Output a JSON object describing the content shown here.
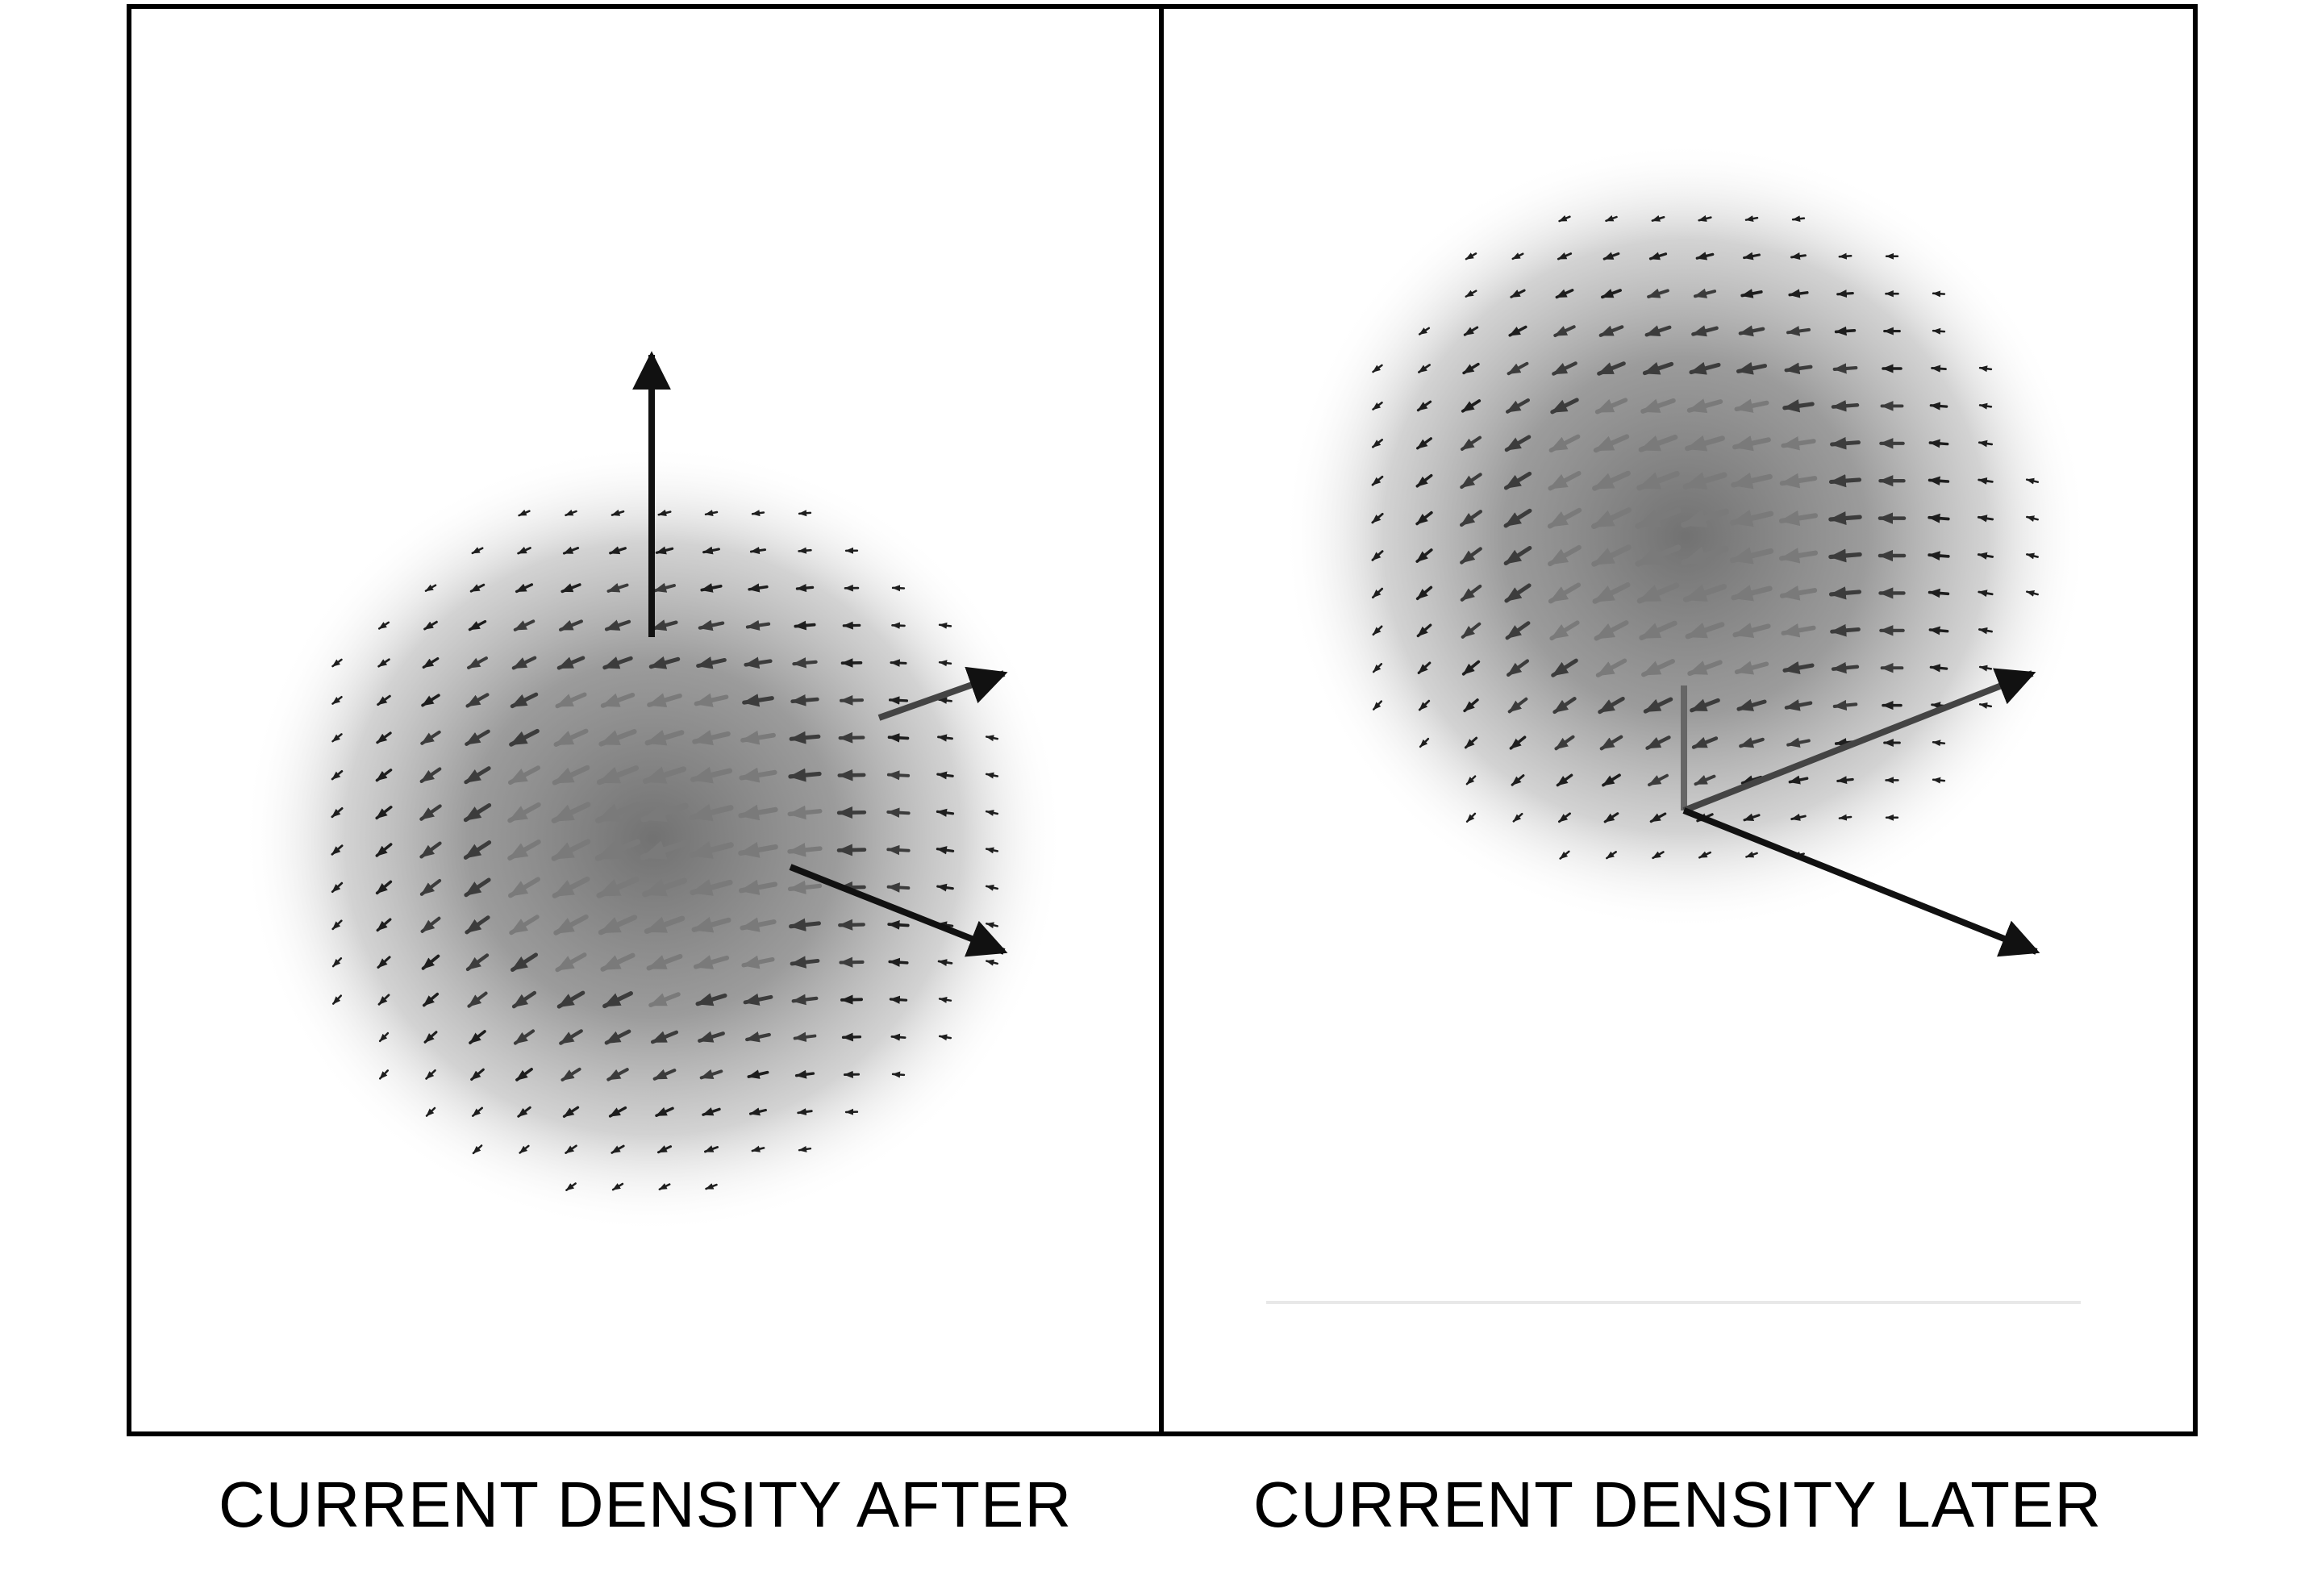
{
  "panels": [
    {
      "caption": "CURRENT DENSITY AFTER",
      "axes": [
        "up",
        "upper-right",
        "lower-right"
      ]
    },
    {
      "caption": "CURRENT DENSITY LATER",
      "axes": [
        "upper-right",
        "lower-right"
      ]
    }
  ],
  "colors": {
    "frame": "#000000",
    "arrow_dark": "#1a1a1a",
    "arrow_mid": "#666666",
    "blob": "#555555",
    "background": "#ffffff"
  }
}
